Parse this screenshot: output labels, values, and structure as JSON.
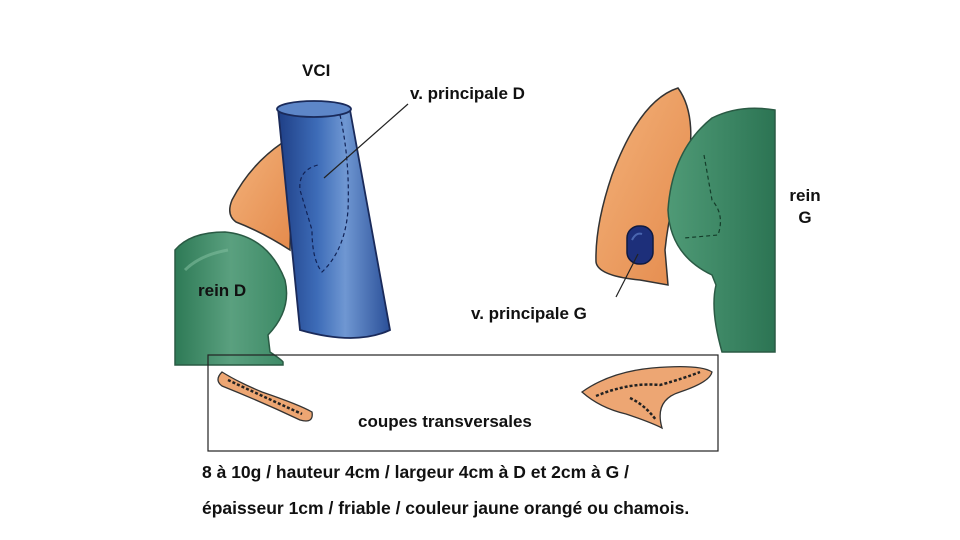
{
  "labels": {
    "vci": "VCI",
    "vein_right": "v. principale D",
    "vein_left": "v. principale G",
    "kidney_right": "rein D",
    "kidney_left_line1": "rein",
    "kidney_left_line2": "G",
    "sections": "coupes transversales"
  },
  "caption": {
    "line1": "8 à 10g / hauteur 4cm / largeur 4cm à D et 2cm à G /",
    "line2": "épaisseur 1cm / friable / couleur jaune orangé ou chamois."
  },
  "colors": {
    "kidney_green": "#3f8a68",
    "adrenal_orange": "#eb9a5e",
    "vci_blue": "#2e5aa6",
    "vein_navy": "#1d2f7a",
    "outline": "#222222"
  }
}
